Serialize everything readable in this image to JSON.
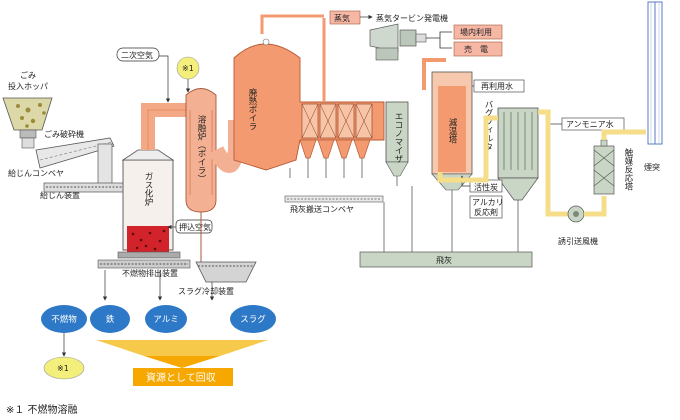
{
  "labels": {
    "hopper": "ごみ\n投入ホッパ",
    "crusher": "ごみ破砕機",
    "feed_conveyor": "給じんコンベヤ",
    "feeder": "給じん装置",
    "gasifier": "ガス化炉",
    "noncomb_discharge": "不燃物排出装置",
    "secondary_air": "二次空気",
    "note_mark": "※1",
    "melting_furnace": "溶融炉（ボイラ）",
    "push_air": "押込空気",
    "slag_cooler": "スラグ冷却装置",
    "waste_heat_boiler": "廃熱ボイラ",
    "steam": "蒸気",
    "turbine_generator": "蒸気タービン発電機",
    "onsite_use": "場内利用",
    "sale": "売　電",
    "economizer": "エコノマイザ",
    "reuse_water": "再利用水",
    "cooling_tower": "減温塔",
    "bag_filter": "バグフィルタ",
    "ammonia_water": "アンモニア水",
    "activated_carbon": "活性炭",
    "alkali_reagent": "アルカリ\n反応剤",
    "catalytic_reactor": "触媒反応塔",
    "chimney": "煙突",
    "ash_conveyor": "飛灰搬送コンベヤ",
    "fly_ash": "飛灰",
    "induced_fan": "誘引送風機"
  },
  "outputs": {
    "noncombustibles": "不燃物",
    "iron": "鉄",
    "aluminum": "アルミ",
    "slag": "スラグ"
  },
  "recovery": "資源として回収",
  "footnote": "※１ 不燃物溶融",
  "colors": {
    "boiler": "#f39a70",
    "melt": "#f4b092",
    "circle": "#2d79c7",
    "gray_box": "#c9d6c5",
    "pipe_yellow": "#f5dd8a",
    "recover": "#f7a800",
    "steam_box": "#f6b7a5"
  }
}
